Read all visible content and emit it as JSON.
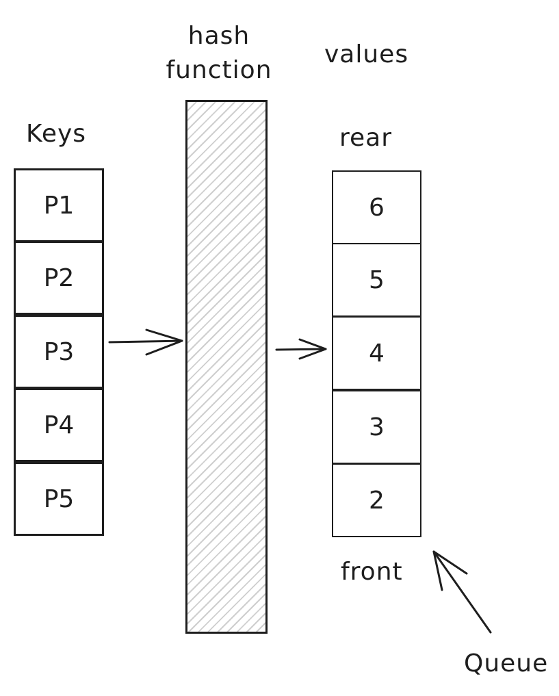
{
  "labels": {
    "hash_line1": "hash",
    "hash_line2": "function",
    "values": "values",
    "keys": "Keys",
    "rear": "rear",
    "front": "front",
    "queue": "Queue"
  },
  "keys": [
    "P1",
    "P2",
    "P3",
    "P4",
    "P5"
  ],
  "values": [
    "6",
    "5",
    "4",
    "3",
    "2"
  ],
  "colors": {
    "ink": "#1e1e1e",
    "hatch": "#cfcfcf",
    "background": "#ffffff"
  }
}
